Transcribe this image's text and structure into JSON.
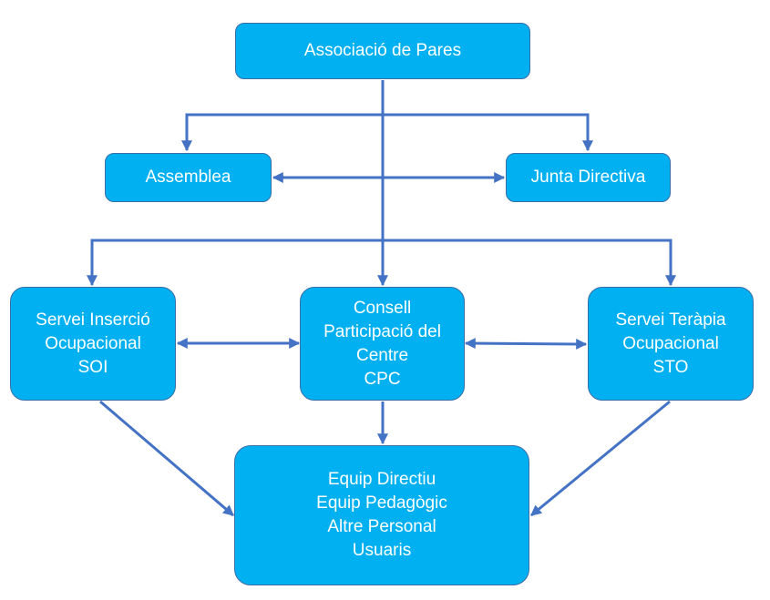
{
  "colors": {
    "node_fill": "#00b0f0",
    "node_border": "#3a6ea8",
    "connector": "#4472c4",
    "text": "#ffffff"
  },
  "nodes": {
    "associacio": {
      "lines": [
        "Associació de Pares"
      ]
    },
    "assemblea": {
      "lines": [
        "Assemblea"
      ]
    },
    "junta": {
      "lines": [
        "Junta Directiva"
      ]
    },
    "soi": {
      "lines": [
        "Servei Inserció",
        "Ocupacional",
        "SOI"
      ]
    },
    "cpc": {
      "lines": [
        "Consell",
        "Participació del",
        "Centre",
        "CPC"
      ]
    },
    "sto": {
      "lines": [
        "Servei Teràpia",
        "Ocupacional",
        "STO"
      ]
    },
    "equip": {
      "lines": [
        "Equip Directiu",
        "Equip Pedagògic",
        "Altre Personal",
        "Usuaris"
      ]
    }
  }
}
